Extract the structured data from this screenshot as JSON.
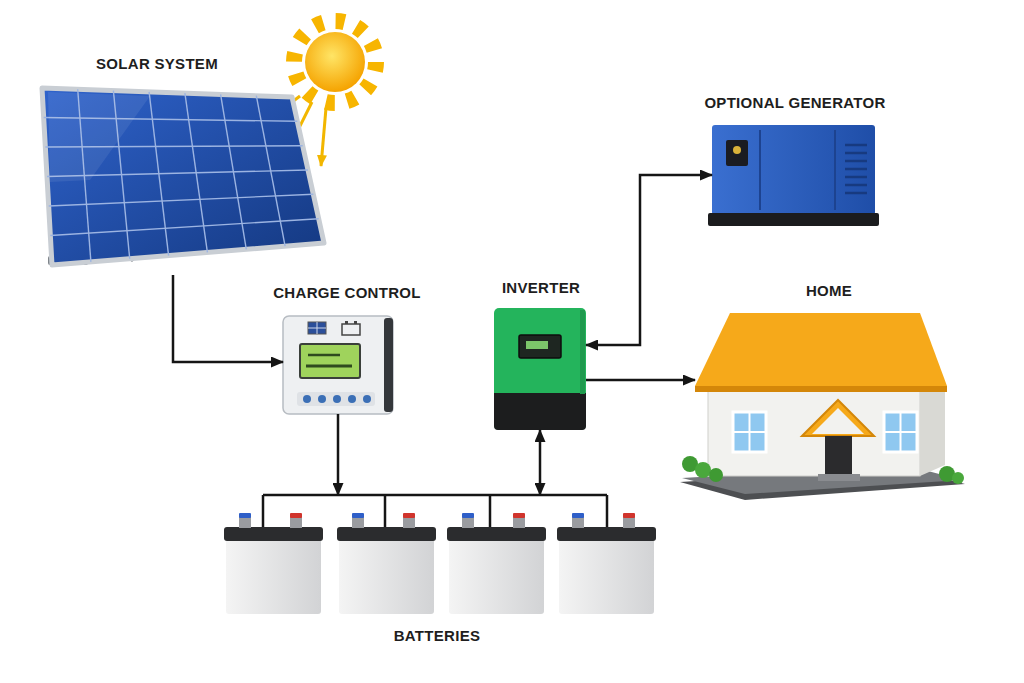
{
  "diagram": {
    "nodes": [
      {
        "text": [
          "SOLAR SYSTEM"
        ]
      },
      {
        "text": [
          "OPTIONAL GENERATOR"
        ]
      },
      {
        "text": [
          "CHARGE CONTROL"
        ]
      },
      {
        "text": [
          "INVERTER"
        ]
      },
      {
        "text": [
          "HOME"
        ]
      },
      {
        "text": [
          "BATTERIES"
        ]
      }
    ],
    "edges": [
      {
        "from": 0,
        "to": 2,
        "arrow": "to"
      },
      {
        "from": 2,
        "to": 5,
        "arrow": "to"
      },
      {
        "from": 5,
        "to": 3,
        "arrow": "both"
      },
      {
        "from": 3,
        "to": 1,
        "arrow": "both"
      },
      {
        "from": 3,
        "to": 4,
        "arrow": "to"
      }
    ]
  }
}
